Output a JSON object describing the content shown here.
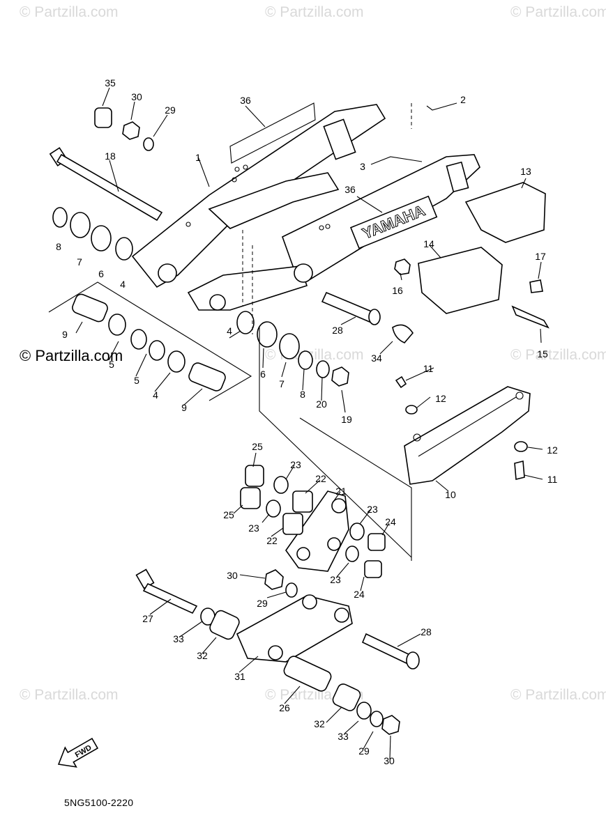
{
  "watermarks": {
    "tile": "© Partzilla.com",
    "main": "© Partzilla.com"
  },
  "diagram_code": "5NG5100-2220",
  "fwd_label": "FWD",
  "brand_decal": "YAMAHA",
  "callouts": {
    "c1": "1",
    "c2": "2",
    "c3": "3",
    "c4a": "4",
    "c4b": "4",
    "c4c": "4",
    "c5a": "5",
    "c5b": "5",
    "c6a": "6",
    "c6b": "6",
    "c7a": "7",
    "c7b": "7",
    "c8a": "8",
    "c8b": "8",
    "c9a": "9",
    "c9b": "9",
    "c10": "10",
    "c11a": "11",
    "c11b": "11",
    "c12a": "12",
    "c12b": "12",
    "c13": "13",
    "c14": "14",
    "c15": "15",
    "c16": "16",
    "c17": "17",
    "c18": "18",
    "c19": "19",
    "c20": "20",
    "c21": "21",
    "c22a": "22",
    "c22b": "22",
    "c23a": "23",
    "c23b": "23",
    "c23c": "23",
    "c23d": "23",
    "c24a": "24",
    "c24b": "24",
    "c25a": "25",
    "c25b": "25",
    "c26": "26",
    "c27": "27",
    "c28a": "28",
    "c28b": "28",
    "c29a": "29",
    "c29b": "29",
    "c29c": "29",
    "c30a": "30",
    "c30b": "30",
    "c30c": "30",
    "c31": "31",
    "c32a": "32",
    "c32b": "32",
    "c33a": "33",
    "c33b": "33",
    "c34": "34",
    "c35": "35",
    "c36a": "36",
    "c36b": "36"
  }
}
